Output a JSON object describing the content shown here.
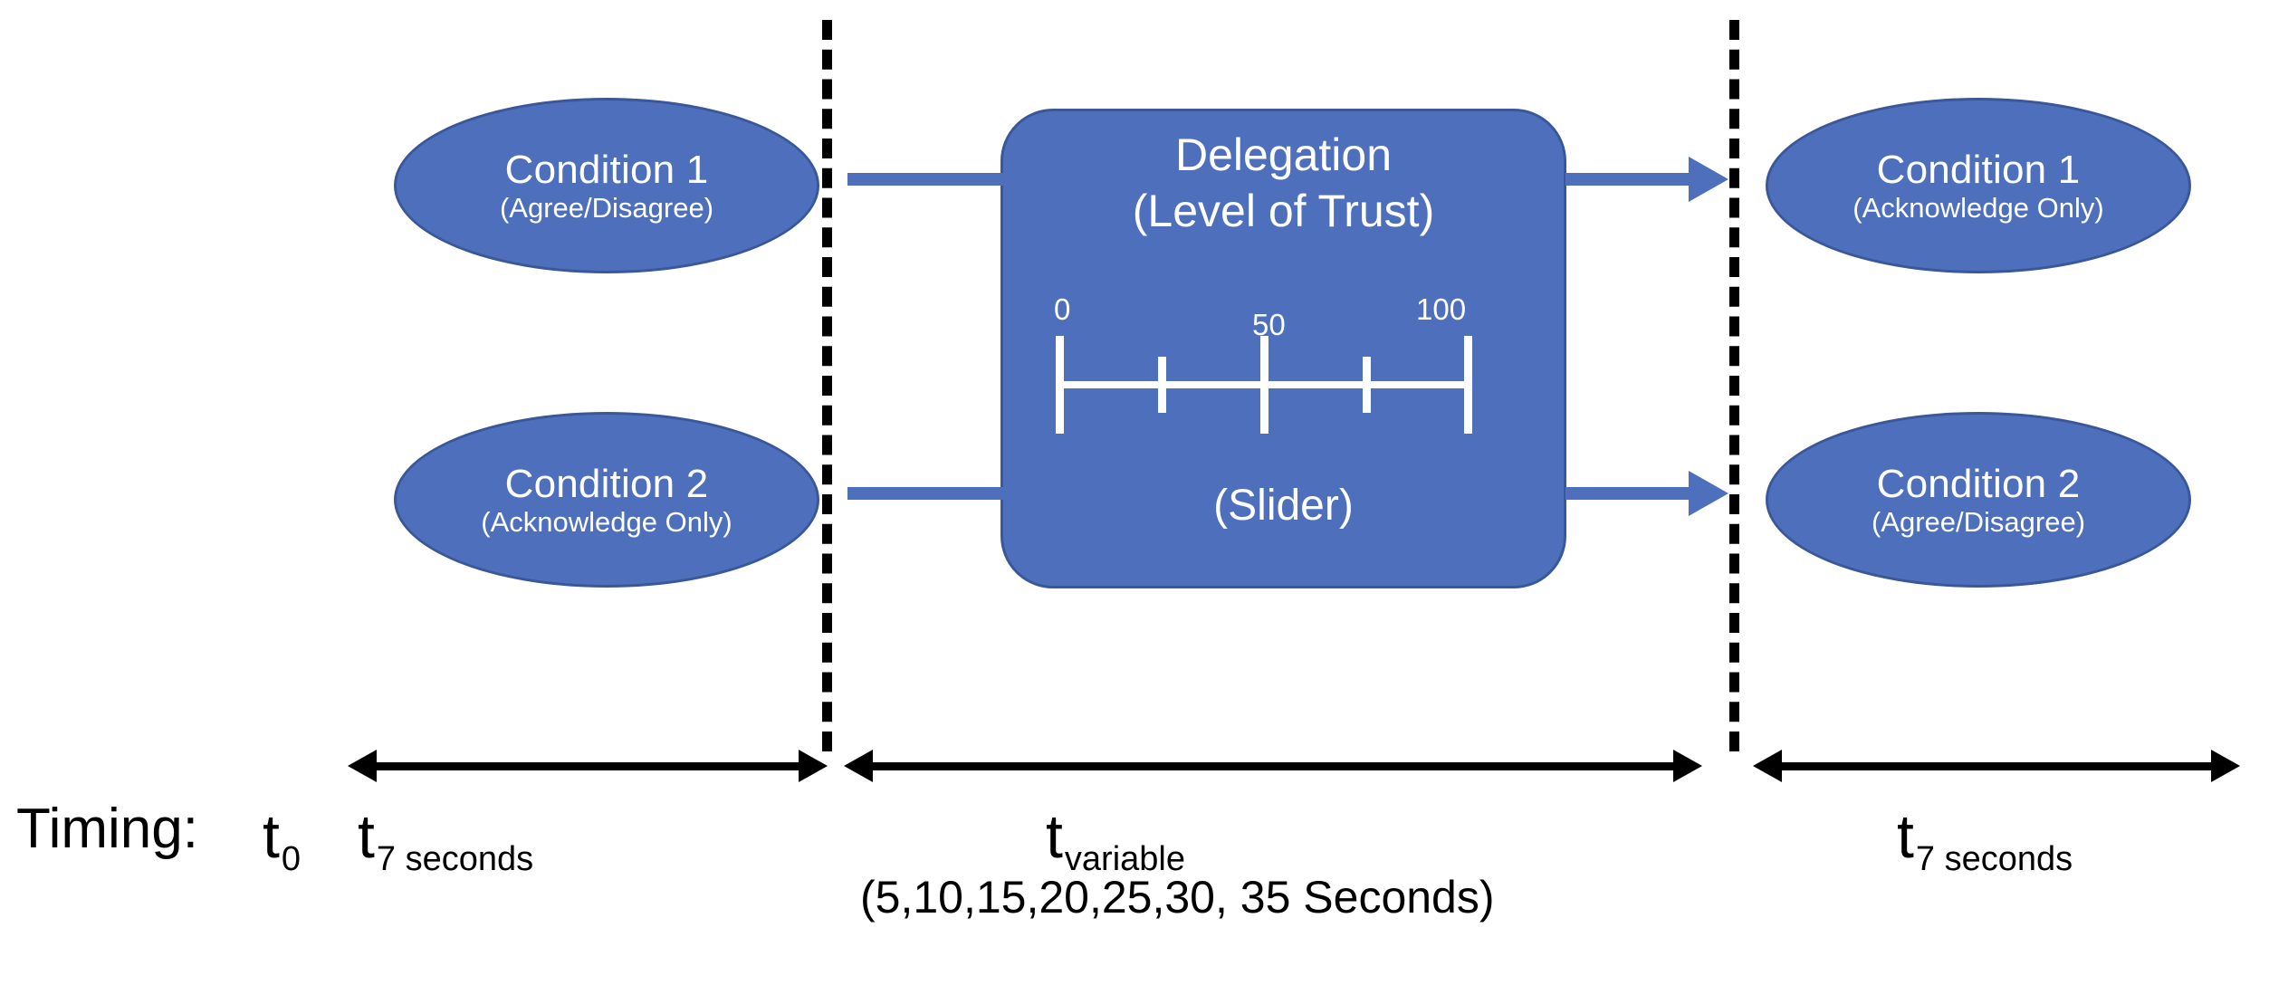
{
  "diagram": {
    "title_row_label": "Timing:",
    "accent_blue": "#4E70BC",
    "accent_blue_border": "#3A5799",
    "left_nodes": [
      {
        "title": "Condition 1",
        "subtitle": "(Agree/Disagree)"
      },
      {
        "title": "Condition 2",
        "subtitle": "(Acknowledge Only)"
      }
    ],
    "right_nodes": [
      {
        "title": "Condition 1",
        "subtitle": "(Acknowledge Only)"
      },
      {
        "title": "Condition 2",
        "subtitle": "(Agree/Disagree)"
      }
    ],
    "center": {
      "title": "Delegation",
      "subtitle": "(Level of Trust)",
      "slider_caption": "(Slider)",
      "slider": {
        "labels": [
          "0",
          "50",
          "100"
        ],
        "min": 0,
        "max": 100,
        "tick_values": [
          0,
          25,
          50,
          75,
          100
        ],
        "major_ticks": [
          0,
          50,
          100
        ],
        "minor_ticks": [
          25,
          75
        ]
      }
    },
    "timing": {
      "segments": [
        {
          "symbol": "t",
          "subscript": "0"
        },
        {
          "symbol": "t",
          "subscript": "7 seconds"
        },
        {
          "symbol": "t",
          "subscript": "variable",
          "detail": "(5,10,15,20,25,30, 35 Seconds)"
        },
        {
          "symbol": "t",
          "subscript": "7 seconds"
        }
      ]
    }
  }
}
